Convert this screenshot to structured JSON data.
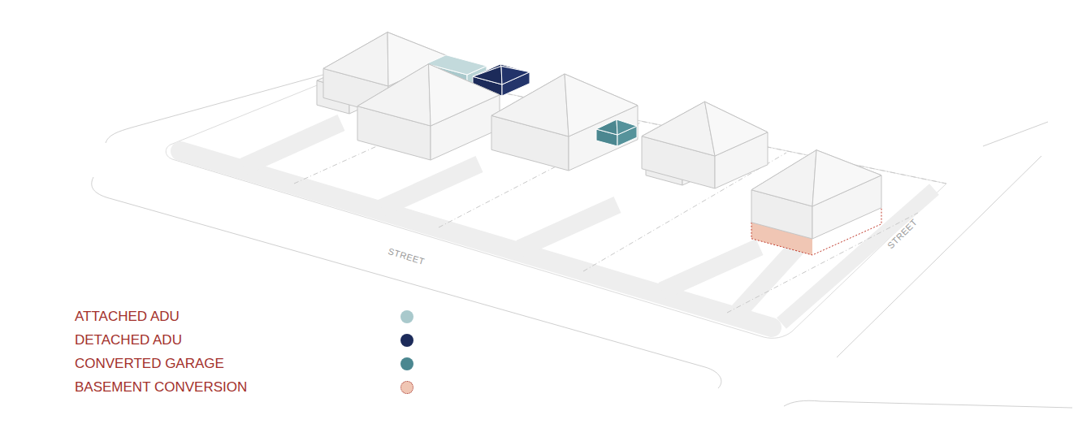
{
  "diagram": {
    "labels": [
      "STREET",
      "STREET"
    ],
    "legend": [
      {
        "text": "ATTACHED ADU",
        "color": "#a9c9cc"
      },
      {
        "text": "DETACHED ADU",
        "color": "#1c2b5a"
      },
      {
        "text": "CONVERTED GARAGE",
        "color": "#4b8790"
      },
      {
        "text": "BASEMENT CONVERSION",
        "color": "#f0c6b4"
      }
    ]
  }
}
